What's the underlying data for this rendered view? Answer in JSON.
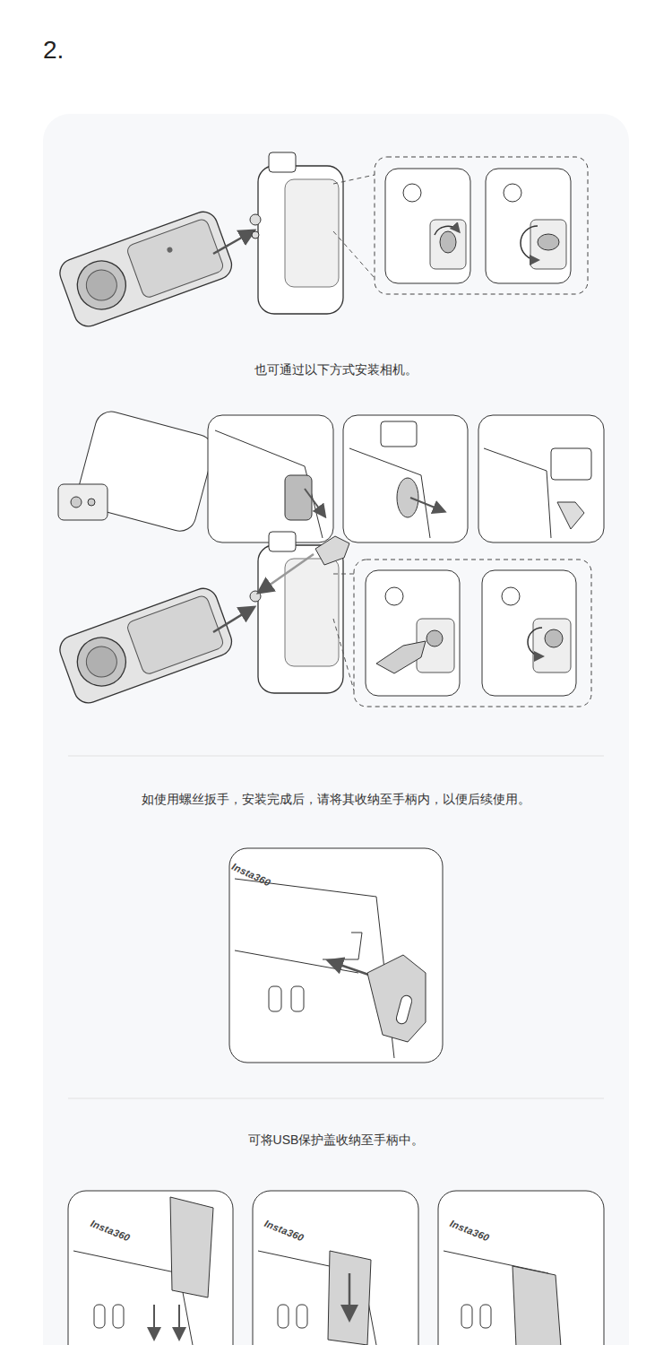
{
  "diagram": {
    "title": "2.",
    "labels": [
      "也可通过以下方式安装相机。",
      "如使用螺丝扳手，安装完成后，请将其收纳至手柄内，以便后续使用。",
      "Insta360",
      "可将USB保护盖收纳至手柄中。",
      "Insta360",
      "Insta360",
      "Insta360"
    ]
  }
}
